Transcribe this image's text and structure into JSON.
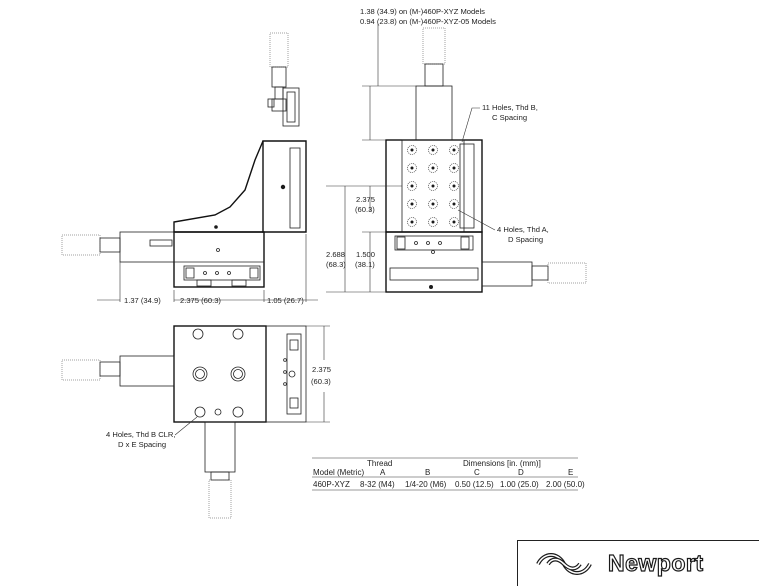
{
  "notes": {
    "model_note_1": "1.38 (34.9) on (M-)460P-XYZ Models",
    "model_note_2": "0.94 (23.8) on (M-)460P-XYZ-05 Models",
    "holes_b": "11 Holes, Thd B,",
    "holes_b_spacing": "C Spacing",
    "holes_a": "4 Holes, Thd A,",
    "holes_a_spacing": "D Spacing",
    "holes_bottom": "4 Holes, Thd B CLR,",
    "holes_bottom_spacing": "D x E Spacing"
  },
  "dimensions": {
    "d_2375_in": "2.375",
    "d_2375_mm": "(60.3)",
    "d_2688_in": "2.688",
    "d_2688_mm": "(68.3)",
    "d_1500_in": "1.500",
    "d_1500_mm": "(38.1)",
    "d_137": "1.37 (34.9)",
    "d_2375_horiz": "2.375 (60.3)",
    "d_105": "1.05 (26.7)",
    "d_2375_side_in": "2.375",
    "d_2375_side_mm": "(60.3)"
  },
  "table": {
    "group_thread": "Thread",
    "group_dimensions": "Dimensions [in. (mm)]",
    "headers": [
      "Model (Metric)",
      "A",
      "B",
      "C",
      "D",
      "E"
    ],
    "rows": [
      [
        "460P-XYZ",
        "8-32 (M4)",
        "1/4-20 (M6)",
        "0.50 (12.5)",
        "1.00 (25.0)",
        "2.00 (50.0)"
      ]
    ]
  },
  "logo": {
    "text": "Newport"
  }
}
